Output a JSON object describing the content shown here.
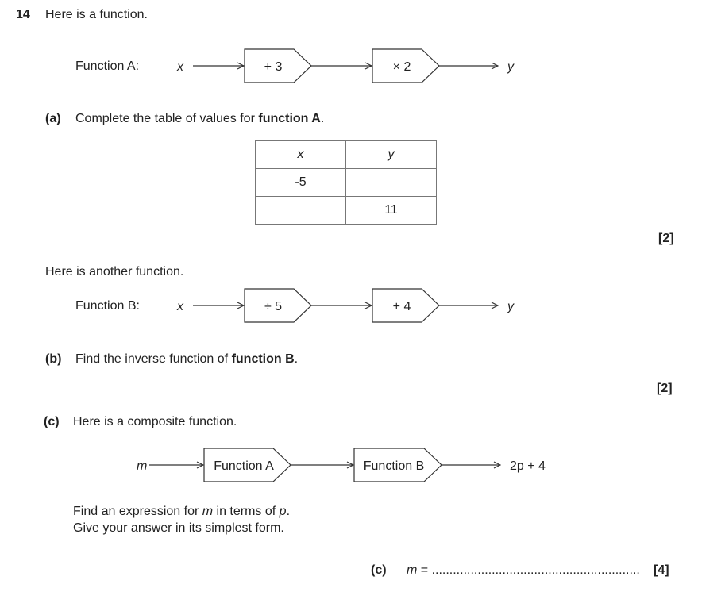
{
  "question": {
    "number": "14",
    "intro": "Here is a function."
  },
  "function_a": {
    "label": "Function A:",
    "input": "x",
    "step1": "+ 3",
    "step2": "× 2",
    "output": "y"
  },
  "part_a": {
    "label": "(a)",
    "text_before": "Complete the table of values for ",
    "text_bold": "function A",
    "text_after": ".",
    "table": {
      "headers": [
        "x",
        "y"
      ],
      "rows": [
        [
          "-5",
          ""
        ],
        [
          "",
          "11"
        ]
      ]
    },
    "marks": "[2]"
  },
  "another": "Here is another function.",
  "function_b": {
    "label": "Function B:",
    "input": "x",
    "step1": "÷ 5",
    "step2": "+ 4",
    "output": "y"
  },
  "part_b": {
    "label": "(b)",
    "text_before": "Find the inverse function of ",
    "text_bold": "function B",
    "text_after": ".",
    "marks": "[2]"
  },
  "part_c": {
    "label": "(c)",
    "text": "Here is a composite function.",
    "diagram": {
      "input": "m",
      "box1": "Function A",
      "box2": "Function B",
      "output": "2p + 4"
    },
    "instruction_line1_a": "Find an expression for ",
    "instruction_line1_m": "m",
    "instruction_line1_b": " in terms of ",
    "instruction_line1_p": "p",
    "instruction_line1_c": ".",
    "instruction_line2": "Give your answer in its simplest form.",
    "answer_label": "(c)",
    "answer_var": "m",
    "answer_eq": " = ",
    "answer_dots": "..............................................................",
    "marks": "[4]"
  }
}
